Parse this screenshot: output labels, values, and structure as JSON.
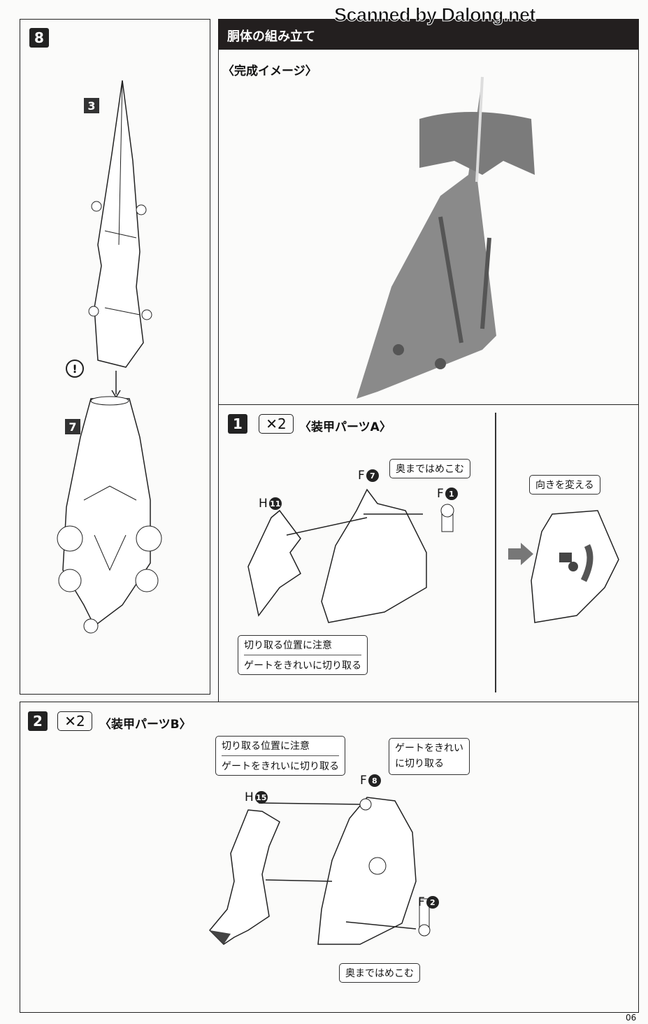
{
  "watermark": "Scanned by Dalong.net",
  "section_title": "胴体の組み立て",
  "completion": {
    "label": "〈完成イメージ〉"
  },
  "left_step": {
    "number": "8",
    "parts": [
      {
        "number": "3"
      },
      {
        "number": "7"
      }
    ],
    "caution_icon": "!"
  },
  "step1": {
    "number": "1",
    "multiplier": "✕2",
    "title": "〈装甲パーツA〉",
    "callouts": {
      "insert": "奥まではめこむ",
      "turn": "向きを変える",
      "cut_note_1": "切り取る位置に注意",
      "cut_note_2": "ゲートをきれいに切り取る"
    },
    "parts": {
      "h": {
        "letter": "H",
        "num": "11"
      },
      "f7": {
        "letter": "F",
        "num": "7"
      },
      "f1": {
        "letter": "F",
        "num": "1"
      }
    }
  },
  "step2": {
    "number": "2",
    "multiplier": "✕2",
    "title": "〈装甲パーツB〉",
    "callouts": {
      "cut_note_1": "切り取る位置に注意",
      "cut_note_2": "ゲートをきれいに切り取る",
      "gate_1": "ゲートをきれい",
      "gate_2": "に切り取る",
      "insert": "奥まではめこむ"
    },
    "parts": {
      "h": {
        "letter": "H",
        "num": "15"
      },
      "f8": {
        "letter": "F",
        "num": "8"
      },
      "f2": {
        "letter": "F",
        "num": "2"
      }
    }
  },
  "page_number": "06"
}
